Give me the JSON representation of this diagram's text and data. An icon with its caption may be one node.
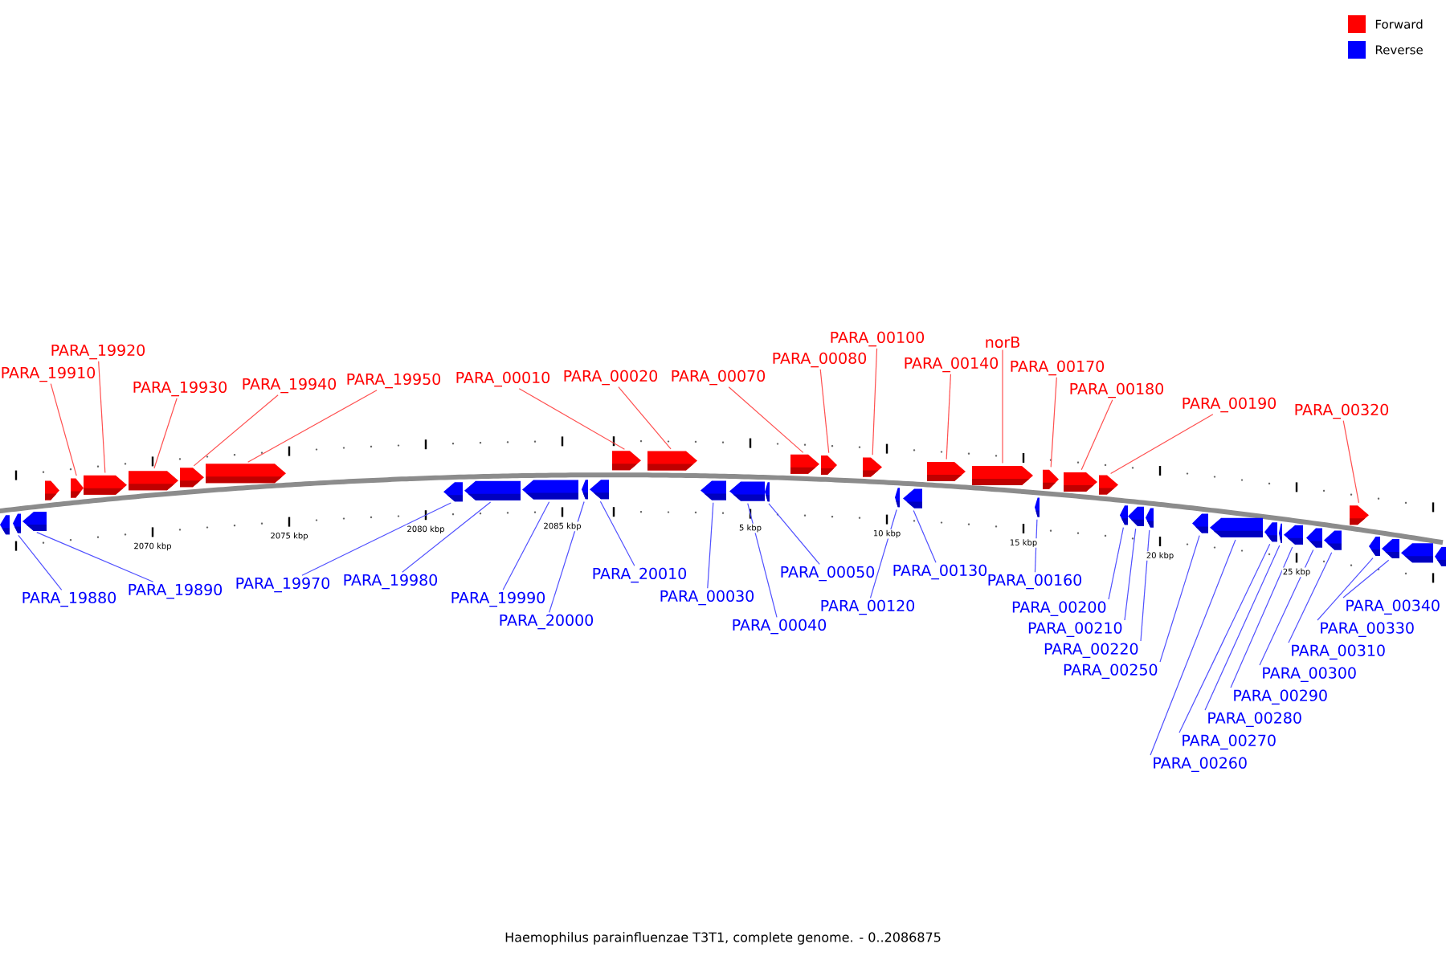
{
  "diagram": {
    "caption": "Haemophilus parainfluenzae T3T1, complete genome. - 0..2086875",
    "nodes": [
      {
        "text": [],
        "shape": "pentagon"
      },
      {
        "text": [],
        "shape": "pentagon"
      },
      {
        "text": [],
        "shape": "pentagon"
      },
      {
        "text": [],
        "shape": "pentagon"
      },
      {
        "text": [],
        "shape": "pentagon"
      },
      {
        "text": [],
        "shape": "pentagon"
      },
      {
        "text": [],
        "shape": "pentagon"
      },
      {
        "text": [],
        "shape": "pentagon"
      },
      {
        "text": [],
        "shape": "pentagon"
      },
      {
        "text": [],
        "shape": "pentagon"
      },
      {
        "text": [],
        "shape": "pentagon"
      },
      {
        "text": [],
        "shape": "pentagon"
      },
      {
        "text": [],
        "shape": "pentagon"
      },
      {
        "text": [],
        "shape": "pentagon"
      },
      {
        "text": [],
        "shape": "pentagon"
      },
      {
        "text": [],
        "shape": "pentagon"
      },
      {
        "text": [],
        "shape": "pentagon"
      },
      {
        "text": [],
        "shape": "pentagon"
      },
      {
        "text": [],
        "shape": "pentagon"
      },
      {
        "text": [],
        "shape": "pentagon"
      },
      {
        "text": [],
        "shape": "pentagon"
      },
      {
        "text": [],
        "shape": "pentagon"
      },
      {
        "text": [],
        "shape": "pentagon"
      },
      {
        "text": [],
        "shape": "pentagon"
      },
      {
        "text": [],
        "shape": "pentagon"
      },
      {
        "text": [],
        "shape": "pentagon"
      },
      {
        "text": [],
        "shape": "pentagon"
      },
      {
        "text": [],
        "shape": "pentagon"
      },
      {
        "text": [],
        "shape": "pentagon"
      },
      {
        "text": [],
        "shape": "pentagon"
      },
      {
        "text": [],
        "shape": "pentagon"
      },
      {
        "text": [],
        "shape": "pentagon"
      },
      {
        "text": [],
        "shape": "pentagon"
      },
      {
        "text": [],
        "shape": "pentagon"
      },
      {
        "text": [],
        "shape": "pentagon"
      },
      {
        "text": [],
        "shape": "pentagon"
      },
      {
        "text": [],
        "shape": "pentagon"
      },
      {
        "text": [],
        "shape": "pentagon"
      },
      {
        "text": [],
        "shape": "pentagon"
      },
      {
        "text": [],
        "shape": "pentagon"
      },
      {
        "text": [],
        "shape": "pentagon"
      },
      {
        "text": [],
        "shape": "pentagon"
      },
      {
        "text": [],
        "shape": "pentagon"
      },
      {
        "text": [],
        "shape": "pentagon"
      },
      {
        "text": [],
        "shape": "pentagon"
      },
      {
        "text": [
          "PARA_19910"
        ]
      },
      {
        "text": [
          "PARA_19920"
        ]
      },
      {
        "text": [
          "PARA_19930"
        ]
      },
      {
        "text": [
          "PARA_19940"
        ]
      },
      {
        "text": [
          "PARA_19950"
        ]
      },
      {
        "text": [
          "PARA_00010"
        ]
      },
      {
        "text": [
          "PARA_00020"
        ]
      },
      {
        "text": [
          "PARA_00070"
        ]
      },
      {
        "text": [
          "PARA_00080"
        ]
      },
      {
        "text": [
          "PARA_00100"
        ]
      },
      {
        "text": [
          "PARA_00140"
        ]
      },
      {
        "text": [
          "norB"
        ]
      },
      {
        "text": [
          "PARA_00170"
        ]
      },
      {
        "text": [
          "PARA_00180"
        ]
      },
      {
        "text": [
          "PARA_00190"
        ]
      },
      {
        "text": [
          "PARA_00320"
        ]
      },
      {
        "text": [
          "PARA_19880"
        ]
      },
      {
        "text": [
          "PARA_19890"
        ]
      },
      {
        "text": [
          "PARA_19970"
        ]
      },
      {
        "text": [
          "PARA_19980"
        ]
      },
      {
        "text": [
          "PARA_19990"
        ]
      },
      {
        "text": [
          "PARA_20000"
        ]
      },
      {
        "text": [
          "PARA_20010"
        ]
      },
      {
        "text": [
          "PARA_00030"
        ]
      },
      {
        "text": [
          "PARA_00040"
        ]
      },
      {
        "text": [
          "PARA_00050"
        ]
      },
      {
        "text": [
          "PARA_00120"
        ]
      },
      {
        "text": [
          "PARA_00130"
        ]
      },
      {
        "text": [
          "PARA_00160"
        ]
      },
      {
        "text": [
          "PARA_00200"
        ]
      },
      {
        "text": [
          "PARA_00210"
        ]
      },
      {
        "text": [
          "PARA_00220"
        ]
      },
      {
        "text": [
          "PARA_00250"
        ]
      },
      {
        "text": [
          "PARA_00260"
        ]
      },
      {
        "text": [
          "PARA_00270"
        ]
      },
      {
        "text": [
          "PARA_00280"
        ]
      },
      {
        "text": [
          "PARA_00290"
        ]
      },
      {
        "text": [
          "PARA_00300"
        ]
      },
      {
        "text": [
          "PARA_00310"
        ]
      },
      {
        "text": [
          "PARA_00330"
        ]
      },
      {
        "text": [
          "PARA_00340"
        ]
      }
    ],
    "edges": [
      {
        "from": 45,
        "to": 4,
        "arrow": "none",
        "color": "#ff5050"
      },
      {
        "from": 46,
        "to": 5,
        "arrow": "none",
        "color": "#ff5050"
      },
      {
        "from": 47,
        "to": 6,
        "arrow": "none",
        "color": "#ff5050"
      },
      {
        "from": 48,
        "to": 7,
        "arrow": "none",
        "color": "#ff5050"
      },
      {
        "from": 49,
        "to": 8,
        "arrow": "none",
        "color": "#ff5050"
      },
      {
        "from": 50,
        "to": 14,
        "arrow": "none",
        "color": "#ff5050"
      },
      {
        "from": 51,
        "to": 15,
        "arrow": "none",
        "color": "#ff5050"
      },
      {
        "from": 52,
        "to": 19,
        "arrow": "none",
        "color": "#ff5050"
      },
      {
        "from": 53,
        "to": 20,
        "arrow": "none",
        "color": "#ff5050"
      },
      {
        "from": 54,
        "to": 21,
        "arrow": "none",
        "color": "#ff5050"
      },
      {
        "from": 55,
        "to": 24,
        "arrow": "none",
        "color": "#ff5050"
      },
      {
        "from": 56,
        "to": 25,
        "arrow": "none",
        "color": "#ff5050"
      },
      {
        "from": 57,
        "to": 27,
        "arrow": "none",
        "color": "#ff5050"
      },
      {
        "from": 58,
        "to": 28,
        "arrow": "none",
        "color": "#ff5050"
      },
      {
        "from": 59,
        "to": 29,
        "arrow": "none",
        "color": "#ff5050"
      },
      {
        "from": 60,
        "to": 40,
        "arrow": "none",
        "color": "#ff5050"
      },
      {
        "from": 61,
        "to": 1,
        "arrow": "none"
      },
      {
        "from": 62,
        "to": 2,
        "arrow": "none"
      },
      {
        "from": 63,
        "to": 9,
        "arrow": "none"
      },
      {
        "from": 64,
        "to": 10,
        "arrow": "none"
      },
      {
        "from": 65,
        "to": 11,
        "arrow": "none"
      },
      {
        "from": 66,
        "to": 12,
        "arrow": "none"
      },
      {
        "from": 67,
        "to": 13,
        "arrow": "none"
      },
      {
        "from": 68,
        "to": 16,
        "arrow": "none"
      },
      {
        "from": 69,
        "to": 17,
        "arrow": "none"
      },
      {
        "from": 70,
        "to": 18,
        "arrow": "none"
      },
      {
        "from": 71,
        "to": 22,
        "arrow": "none"
      },
      {
        "from": 72,
        "to": 23,
        "arrow": "none"
      },
      {
        "from": 73,
        "to": 26,
        "arrow": "none"
      },
      {
        "from": 74,
        "to": 30,
        "arrow": "none"
      },
      {
        "from": 75,
        "to": 31,
        "arrow": "none"
      },
      {
        "from": 76,
        "to": 32,
        "arrow": "none"
      },
      {
        "from": 77,
        "to": 33,
        "arrow": "none"
      },
      {
        "from": 78,
        "to": 34,
        "arrow": "none"
      },
      {
        "from": 79,
        "to": 35,
        "arrow": "none"
      },
      {
        "from": 80,
        "to": 36,
        "arrow": "none"
      },
      {
        "from": 81,
        "to": 37,
        "arrow": "none"
      },
      {
        "from": 82,
        "to": 38,
        "arrow": "none"
      },
      {
        "from": 83,
        "to": 39,
        "arrow": "none"
      },
      {
        "from": 84,
        "to": 41,
        "arrow": "none"
      },
      {
        "from": 85,
        "to": 42,
        "arrow": "none"
      }
    ],
    "labels": [
      "2070 kbp",
      "2075 kbp",
      "2080 kbp",
      "2085 kbp",
      "5 kbp",
      "10 kbp",
      "15 kbp",
      "20 kbp",
      "25 kbp"
    ],
    "legend": [
      {
        "text": "Forward",
        "color": "#ff0000"
      },
      {
        "text": "Reverse",
        "color": "#0000ff"
      }
    ]
  }
}
